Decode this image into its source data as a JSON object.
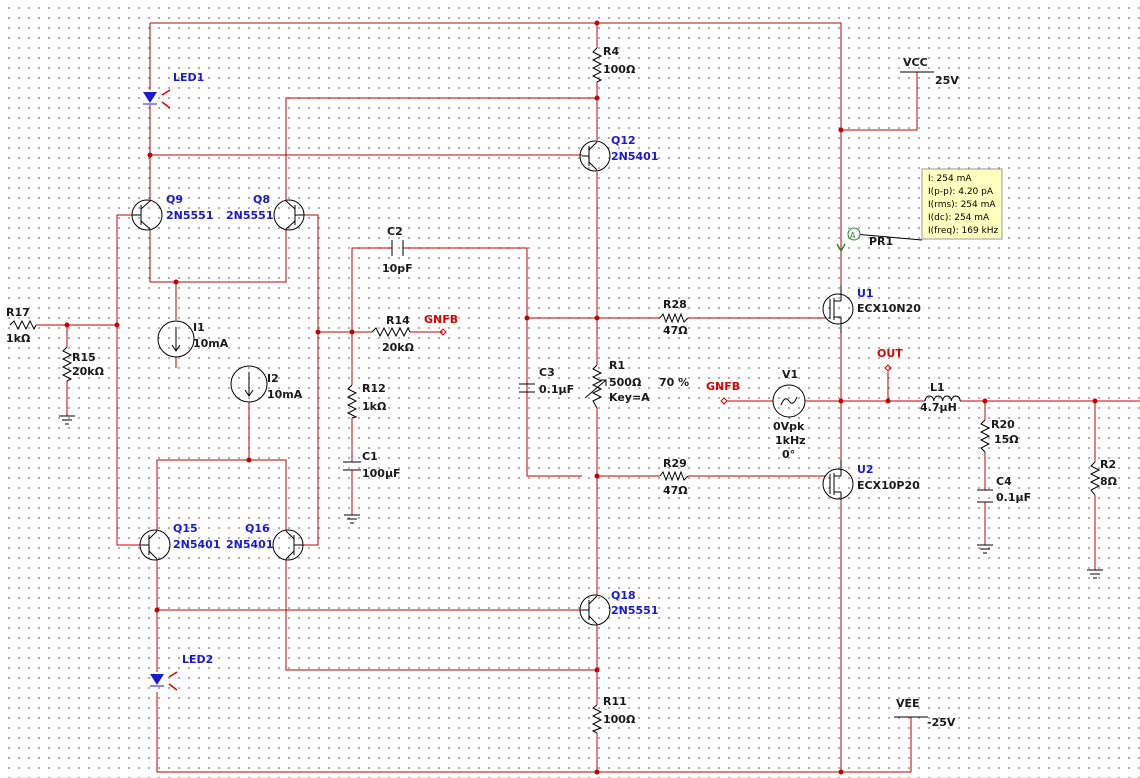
{
  "labels": {
    "led1": "LED1",
    "led2": "LED2",
    "r4": "R4",
    "r4_val": "100Ω",
    "q12": "Q12",
    "q12_part": "2N5401",
    "q9": "Q9",
    "q9_part": "2N5551",
    "q8": "Q8",
    "q8_part": "2N5551",
    "r17": "R17",
    "r17_val": "1kΩ",
    "r15": "R15",
    "r15_val": "20kΩ",
    "i1": "I1",
    "i1_val": "10mA",
    "i2": "I2",
    "i2_val": "10mA",
    "c2": "C2",
    "c2_val": "10pF",
    "r14": "R14",
    "r14_val": "20kΩ",
    "gnfb1": "GNFB",
    "r12": "R12",
    "r12_val": "1kΩ",
    "c1": "C1",
    "c1_val": "100µF",
    "c3": "C3",
    "c3_val": "0.1µF",
    "r1": "R1",
    "r1_val": "500Ω",
    "r1_key": "Key=A",
    "r1_pct": "70 %",
    "r28": "R28",
    "r28_val": "47Ω",
    "r29": "R29",
    "r29_val": "47Ω",
    "u1": "U1",
    "u1_part": "ECX10N20",
    "u2": "U2",
    "u2_part": "ECX10P20",
    "pr1": "PR1",
    "vcc": "VCC",
    "vcc_val": "25V",
    "vee": "VEE",
    "vee_val": "-25V",
    "out": "OUT",
    "gnfb2": "GNFB",
    "v1": "V1",
    "v1_amp": "0Vpk",
    "v1_freq": "1kHz",
    "v1_phase": "0°",
    "l1": "L1",
    "l1_val": "4.7µH",
    "r20": "R20",
    "r20_val": "15Ω",
    "c4": "C4",
    "c4_val": "0.1µF",
    "r2": "R2",
    "r2_val": "8Ω",
    "q15": "Q15",
    "q15_part": "2N5401",
    "q16": "Q16",
    "q16_part": "2N5401",
    "q18": "Q18",
    "q18_part": "2N5551",
    "r11": "R11",
    "r11_val": "100Ω"
  },
  "probe": {
    "readout": [
      "I: 254 mA",
      "I(p-p): 4.20 pA",
      "I(rms): 254 mA",
      "I(dc): 254 mA",
      "I(freq): 169 kHz"
    ]
  },
  "colors": {
    "wire": "#c40000",
    "component_label": "#1a1ad2",
    "connector": "#e00000",
    "probe": "#2a8a2a",
    "tooltip_bg": "#ffffc0"
  }
}
